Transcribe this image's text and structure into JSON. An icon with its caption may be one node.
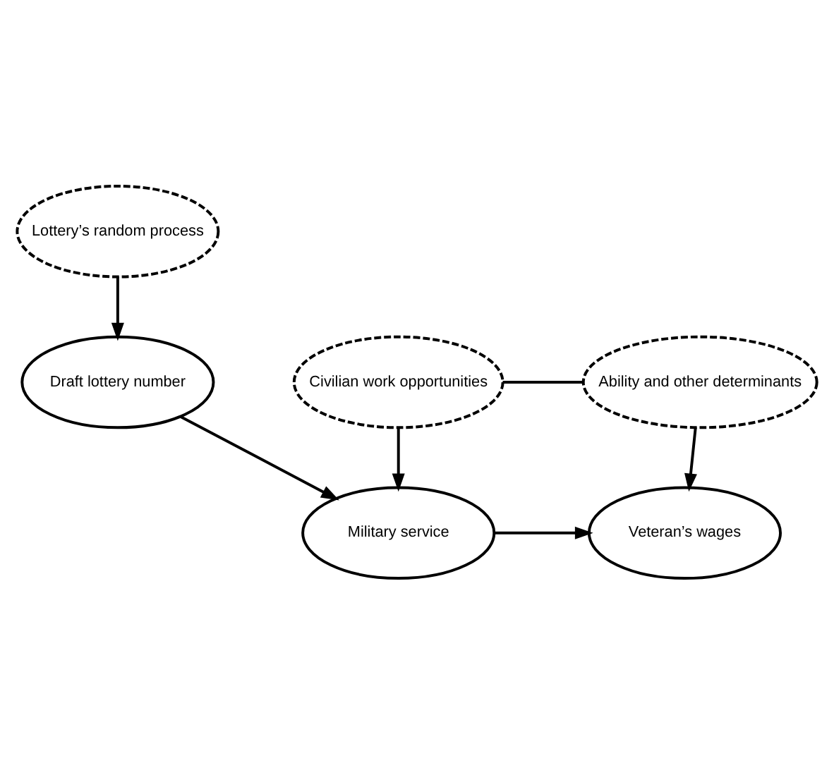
{
  "diagram": {
    "nodes": [
      {
        "text": [
          "Lottery’s random process"
        ]
      },
      {
        "text": [
          "Civilian work opportunities"
        ]
      },
      {
        "text": [
          "Ability and other determinants"
        ]
      },
      {
        "text": [
          "Military service"
        ]
      },
      {
        "text": [
          "Veteran’s wages"
        ]
      },
      {
        "text": [
          "Draft lottery number"
        ]
      }
    ],
    "edges": [
      {
        "from": 0,
        "to": 5,
        "arrow": "to"
      },
      {
        "from": 1,
        "to": 2,
        "arrow": "none"
      },
      {
        "from": 1,
        "to": 3,
        "arrow": "to"
      },
      {
        "from": 2,
        "to": 4,
        "arrow": "to"
      },
      {
        "from": 3,
        "to": 4,
        "arrow": "to"
      },
      {
        "from": 5,
        "to": 3,
        "arrow": "to"
      }
    ]
  }
}
